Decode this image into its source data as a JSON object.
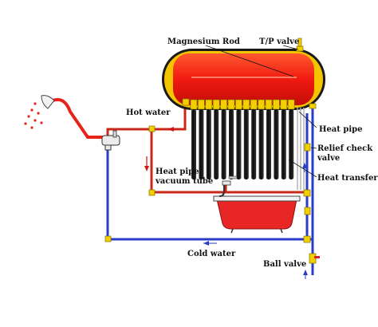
{
  "labels": {
    "magnesium_rod": "Magnesium Rod",
    "tp_valve": "T/P valve",
    "hot_water": "Hot water",
    "heat_pipe": "Heat pipe",
    "relief_check_line1": "Relief check",
    "relief_check_line2": "valve",
    "heat_pipe_vacuum_line1": "Heat pipe",
    "heat_pipe_vacuum_line2": "vacuum tube",
    "heat_transfer_fin": "Heat transfer fin",
    "cold_water": "Cold water",
    "ball_valve": "Ball valve"
  },
  "colors": {
    "tank_red": "#f01a10",
    "tank_shell": "#1a1a1a",
    "tank_cap": "#f5c400",
    "hot_pipe": "#c82818",
    "cold_pipe": "#2a3cc8",
    "fitting": "#f0d000",
    "tube_dark": "#151515",
    "fin_grey": "#b0b0b0",
    "arrow_red": "#d01818",
    "shower_red": "#e8241a"
  },
  "icons": [
    "shower-head-icon",
    "mixer-tap-icon",
    "bathtub-icon",
    "bath-faucet-icon"
  ]
}
